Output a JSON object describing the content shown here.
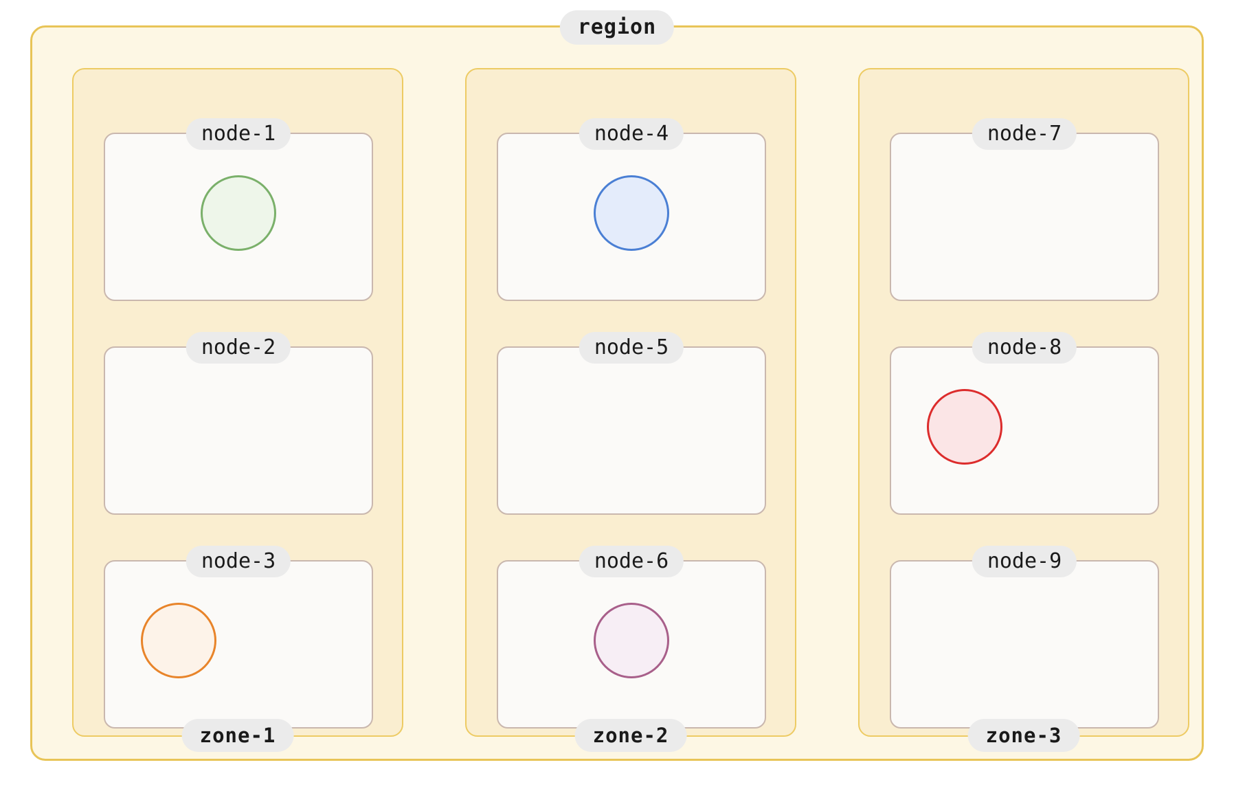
{
  "diagram": {
    "type": "nested-container-diagram",
    "background": "#ffffff",
    "region": {
      "label": "region",
      "fill": "#fdf7e4",
      "stroke": "#e8c457",
      "label_bg": "#ebebeb"
    },
    "zone_style": {
      "fill": "#faeed0",
      "stroke": "#edcb63",
      "label_bg": "#ebebeb"
    },
    "node_style": {
      "fill": "#fbfaf8",
      "stroke": "#c9b7ae",
      "label_bg": "#ebebeb"
    },
    "zones": [
      {
        "label": "zone-1",
        "nodes": [
          {
            "label": "node-1",
            "circle": {
              "present": true,
              "stroke": "#7ab06a",
              "fill": "#eef6ea",
              "align": "center",
              "color_name": "green"
            }
          },
          {
            "label": "node-2",
            "circle": {
              "present": false
            }
          },
          {
            "label": "node-3",
            "circle": {
              "present": true,
              "stroke": "#e8842a",
              "fill": "#fdf3e9",
              "align": "left",
              "color_name": "orange"
            }
          }
        ]
      },
      {
        "label": "zone-2",
        "nodes": [
          {
            "label": "node-4",
            "circle": {
              "present": true,
              "stroke": "#4a7fd4",
              "fill": "#e4ecfb",
              "align": "center",
              "color_name": "blue"
            }
          },
          {
            "label": "node-5",
            "circle": {
              "present": false
            }
          },
          {
            "label": "node-6",
            "circle": {
              "present": true,
              "stroke": "#a85f8a",
              "fill": "#f7eef5",
              "align": "center",
              "color_name": "purple"
            }
          }
        ]
      },
      {
        "label": "zone-3",
        "nodes": [
          {
            "label": "node-7",
            "circle": {
              "present": false
            }
          },
          {
            "label": "node-8",
            "circle": {
              "present": true,
              "stroke": "#dc2c2c",
              "fill": "#fbe5e6",
              "align": "left",
              "color_name": "red"
            }
          },
          {
            "label": "node-9",
            "circle": {
              "present": false
            }
          }
        ]
      }
    ]
  }
}
